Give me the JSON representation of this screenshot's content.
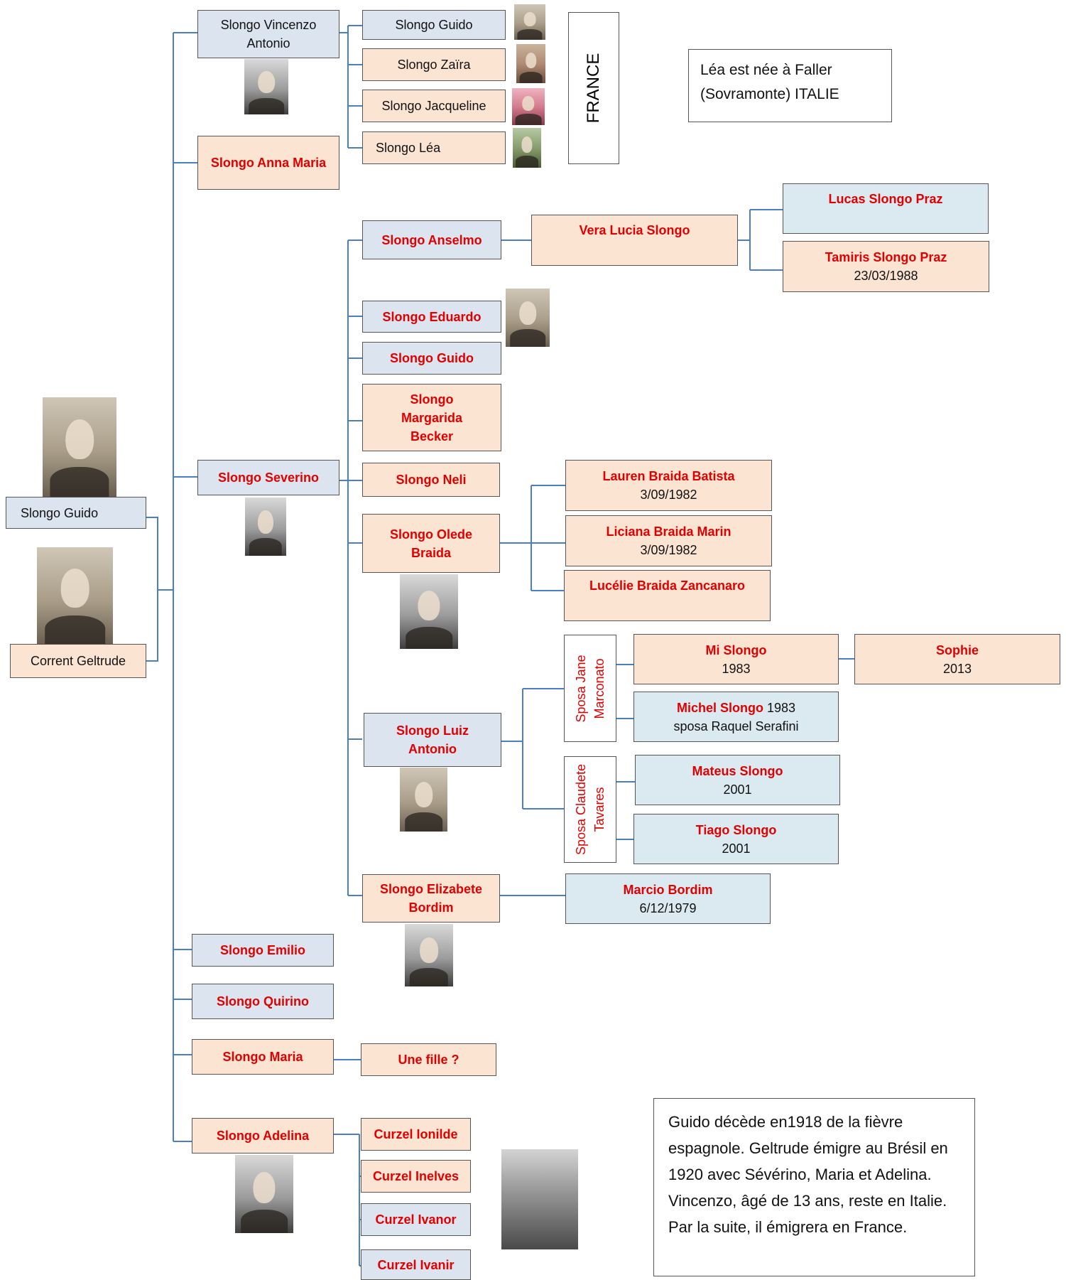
{
  "root": {
    "father": "Slongo Guido",
    "mother": "Corrent Geltrude"
  },
  "children": {
    "vincenzo": "Slongo Vincenzo Antonio",
    "anna_maria": "Slongo Anna Maria",
    "severino": "Slongo Severino",
    "emilio": "Slongo Emilio",
    "quirino": "Slongo Quirino",
    "maria": "Slongo Maria",
    "adelina": "Slongo Adelina"
  },
  "vincenzo_children": {
    "guido": "Slongo Guido",
    "zaira": "Slongo Zaïra",
    "jacqueline": "Slongo Jacqueline",
    "lea": "Slongo Léa"
  },
  "france_label": "FRANCE",
  "lea_note": "Léa est née à Faller (Sovramonte) ITALIE",
  "severino_children": {
    "anselmo": "Slongo Anselmo",
    "eduardo": "Slongo Eduardo",
    "guido": "Slongo Guido",
    "margarida": "Slongo Margarida Becker",
    "neli": "Slongo Neli",
    "olede": "Slongo Olede Braida",
    "luiz": "Slongo Luiz Antonio",
    "elizabete": "Slongo Elizabete Bordim"
  },
  "anselmo_line": {
    "vera": "Vera Lucia Slongo",
    "lucas": "Lucas  Slongo Praz",
    "tamiris": "Tamiris Slongo Praz",
    "tamiris_date": "23/03/1988"
  },
  "olede_children": {
    "lauren": "Lauren Braida Batista",
    "lauren_date": "3/09/1982",
    "liciana": "Liciana Braida Marin",
    "liciana_date": "3/09/1982",
    "lucelie": "Lucélie Braida Zancanaro"
  },
  "luiz_line": {
    "spouse1": "Sposa Jane Marconato",
    "spouse2": "Sposa Claudete Tavares",
    "mi": "Mi Slongo",
    "mi_date": "1983",
    "sophie": "Sophie",
    "sophie_date": "2013",
    "michel": "Michel Slongo",
    "michel_date": " 1983",
    "michel_spouse": "sposa Raquel Serafini",
    "mateus": "Mateus Slongo",
    "mateus_date": "2001",
    "tiago": "Tiago Slongo",
    "tiago_date": "2001"
  },
  "elizabete_line": {
    "marcio": "Marcio Bordim",
    "marcio_date": "6/12/1979"
  },
  "maria_line": {
    "fille": "Une fille ?"
  },
  "adelina_children": {
    "ionilde": "Curzel Ionilde",
    "inelves": "Curzel Inelves",
    "ivanor": "Curzel Ivanor",
    "ivanir": "Curzel Ivanir"
  },
  "history_note": "Guido décède en1918 de la fièvre espagnole. Geltrude émigre au Brésil en 1920 avec Sévérino, Maria et Adelina. Vincenzo, âgé de 13 ans, reste en Italie. Par la suite, il émigrera en France.",
  "colors": {
    "connector": "#4a7ec9",
    "blue_box": "#dce4ef",
    "peach_box": "#fce4d3",
    "cyan_box": "#dbeaf0",
    "red_text": "#e00000"
  }
}
